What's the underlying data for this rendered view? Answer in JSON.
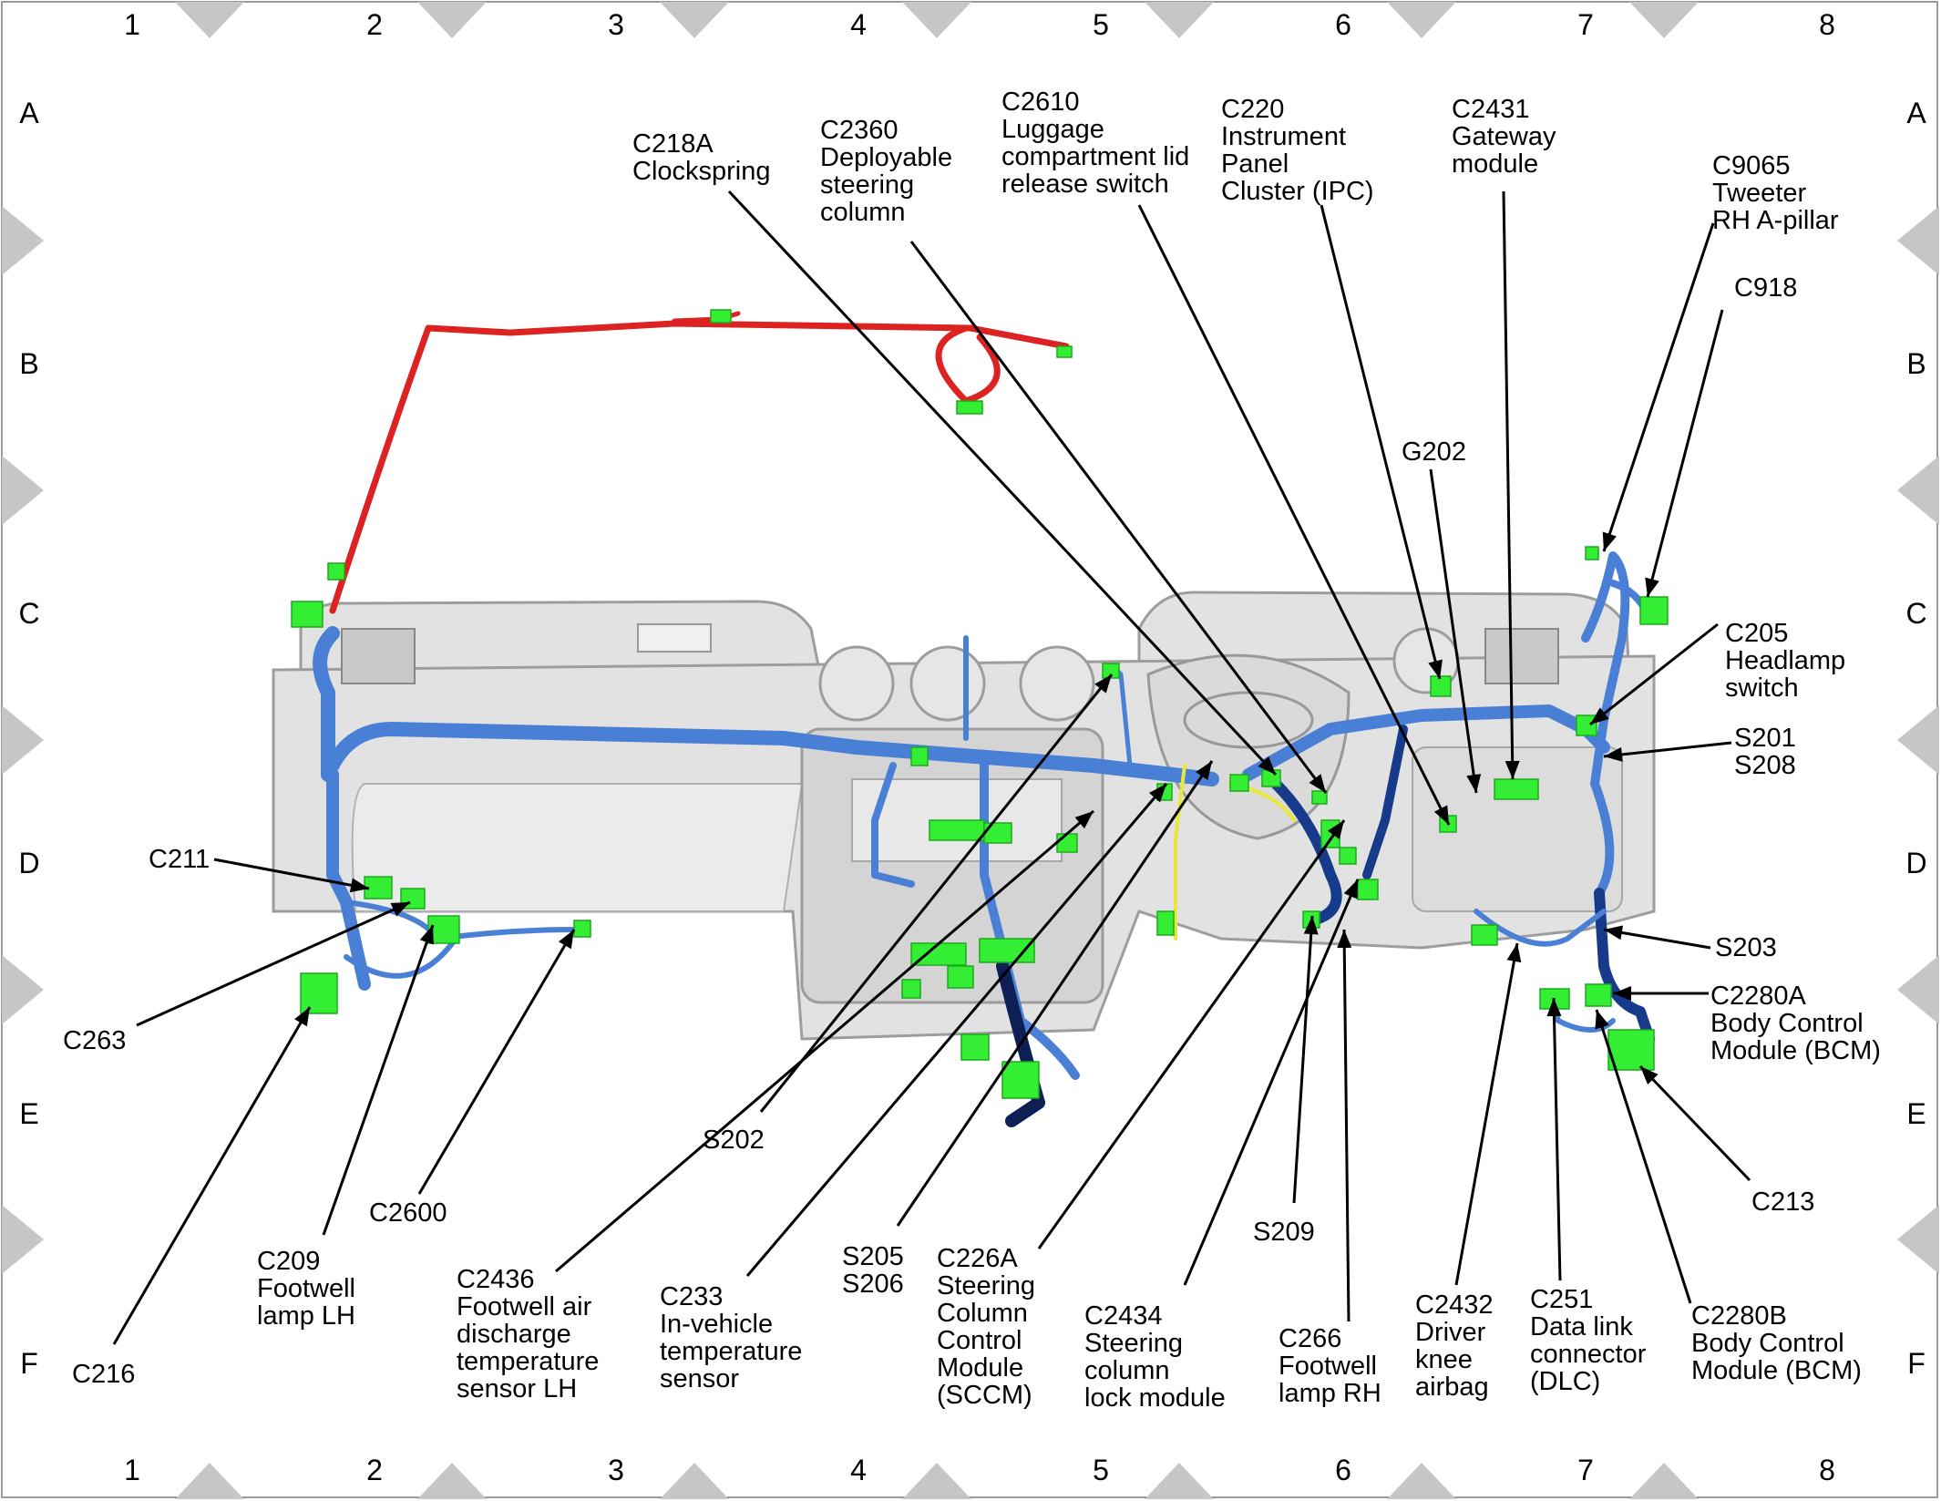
{
  "grid": {
    "columns": [
      "1",
      "2",
      "3",
      "4",
      "5",
      "6",
      "7",
      "8"
    ],
    "rows": [
      "A",
      "B",
      "C",
      "D",
      "E",
      "F"
    ]
  },
  "colors": {
    "main_harness": "#4a7fd6",
    "dark_harness": "#173a8a",
    "navy_harness": "#0d1f55",
    "roof_harness": "#dd2222",
    "yellow_wire": "#e8e83a",
    "connector": "#33ee33",
    "dashboard_fill": "#e2e2e2",
    "dashboard_stroke": "#9d9d9d",
    "grid_marker": "#c6c6c6",
    "leader": "#000000"
  },
  "icons": [
    "wiring-harness-diagram-icon",
    "grid-marker-icon",
    "connector-icon"
  ],
  "callouts": [
    {
      "id": "c218a",
      "text": "C218A\nClockspring"
    },
    {
      "id": "c2360",
      "text": "C2360\nDeployable\nsteering\ncolumn"
    },
    {
      "id": "c2610",
      "text": "C2610\nLuggage\ncompartment lid\nrelease switch"
    },
    {
      "id": "c220",
      "text": "C220\nInstrument\nPanel\nCluster (IPC)"
    },
    {
      "id": "c2431",
      "text": "C2431\nGateway\nmodule"
    },
    {
      "id": "c9065",
      "text": "C9065\nTweeter\nRH A-pillar"
    },
    {
      "id": "c918",
      "text": "C918"
    },
    {
      "id": "g202",
      "text": "G202"
    },
    {
      "id": "c205",
      "text": "C205\nHeadlamp\nswitch"
    },
    {
      "id": "s201",
      "text": "S201\nS208"
    },
    {
      "id": "c211",
      "text": "C211"
    },
    {
      "id": "s203",
      "text": "S203"
    },
    {
      "id": "c2280a",
      "text": "C2280A\nBody Control\nModule (BCM)"
    },
    {
      "id": "c263",
      "text": "C263"
    },
    {
      "id": "c213",
      "text": "C213"
    },
    {
      "id": "s202",
      "text": "S202"
    },
    {
      "id": "c2600",
      "text": "C2600"
    },
    {
      "id": "s209",
      "text": "S209"
    },
    {
      "id": "c209",
      "text": "C209\nFootwell\nlamp LH"
    },
    {
      "id": "c2436",
      "text": "C2436\nFootwell air\ndischarge\ntemperature\nsensor LH"
    },
    {
      "id": "c233",
      "text": "C233\nIn-vehicle\ntemperature\nsensor"
    },
    {
      "id": "s205",
      "text": "S205\nS206"
    },
    {
      "id": "c226a",
      "text": "C226A\nSteering\nColumn\nControl\nModule\n(SCCM)"
    },
    {
      "id": "c2434",
      "text": "C2434\nSteering\ncolumn\nlock module"
    },
    {
      "id": "c266",
      "text": "C266\nFootwell\nlamp RH"
    },
    {
      "id": "c2432",
      "text": "C2432\nDriver\nknee\nairbag"
    },
    {
      "id": "c251",
      "text": "C251\nData link\nconnector\n(DLC)"
    },
    {
      "id": "c2280b",
      "text": "C2280B\nBody Control\nModule (BCM)"
    },
    {
      "id": "c216",
      "text": "C216"
    }
  ]
}
